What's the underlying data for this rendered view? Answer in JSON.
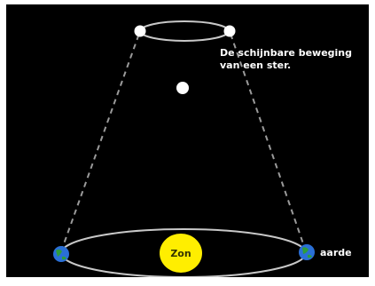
{
  "caption": {
    "line1": "De schijnbare beweging",
    "line2": "van een ster."
  },
  "sun_label": "Zon",
  "earth_label": "aarde",
  "colors": {
    "background": "#000000",
    "orbit": "#c8c8c8",
    "sun": "#ffee00",
    "star": "#ffffff",
    "earth": "#2a6fd6",
    "earth_land": "#2e9e3a",
    "sight_line": "#9a9a9a"
  }
}
